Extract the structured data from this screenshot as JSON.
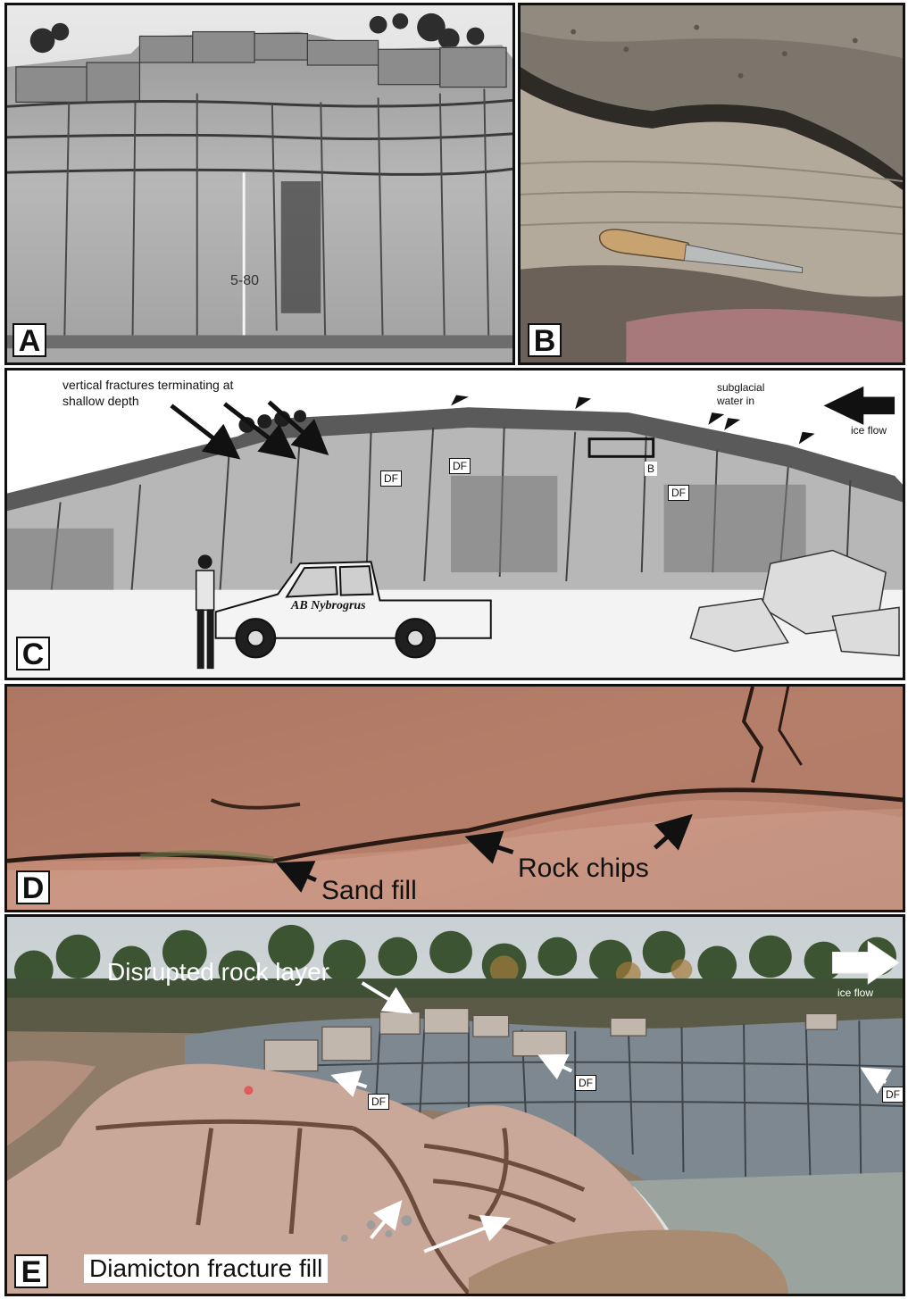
{
  "panels": {
    "a": {
      "label": "A",
      "scale_text": "5-80"
    },
    "b": {
      "label": "B"
    },
    "c": {
      "label": "C",
      "fractures_note_line1": "vertical fractures terminating at",
      "fractures_note_line2": "shallow depth",
      "subglacial_line1": "subglacial",
      "subglacial_line2": "water in",
      "ice_flow": "ice flow",
      "df_labels": [
        "DF",
        "DF",
        "DF"
      ],
      "inset_label": "B",
      "truck_text": "AB Nybrogrus"
    },
    "d": {
      "label": "D",
      "sand_fill": "Sand fill",
      "rock_chips": "Rock chips"
    },
    "e": {
      "label": "E",
      "disrupted_layer": "Disrupted rock layer",
      "ice_flow": "ice flow",
      "df_labels": [
        "DF",
        "DF",
        "DF"
      ],
      "diamicton": "Diamicton fracture fill"
    }
  },
  "colors": {
    "border": "#111111",
    "arrow_black": "#111111",
    "arrow_white": "#ffffff",
    "rock_pink": "#b8806d",
    "rock_grey": "#8e969a",
    "sky": "#d7dde0"
  }
}
